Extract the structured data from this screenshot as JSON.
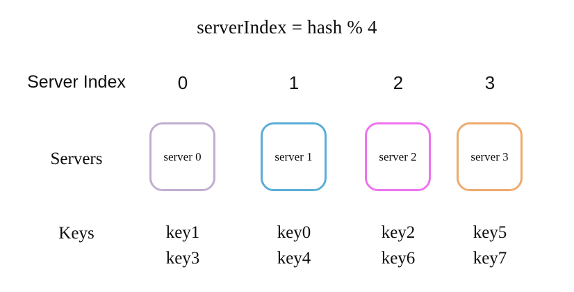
{
  "diagram": {
    "title": "serverIndex = hash % 4",
    "row_labels": {
      "index": "Server Index",
      "servers": "Servers",
      "keys": "Keys"
    },
    "columns": [
      {
        "index": "0",
        "server_label": "server 0",
        "border_color": "#c0aed0",
        "keys": [
          "key1",
          "key3"
        ]
      },
      {
        "index": "1",
        "server_label": "server 1",
        "border_color": "#5aadd6",
        "keys": [
          "key0",
          "key4"
        ]
      },
      {
        "index": "2",
        "server_label": "server 2",
        "border_color": "#ee72ee",
        "keys": [
          "key2",
          "key6"
        ]
      },
      {
        "index": "3",
        "server_label": "server 3",
        "border_color": "#eeaa6e",
        "keys": [
          "key5",
          "key7"
        ]
      }
    ],
    "background_color": "#ffffff",
    "text_color": "#0d0d0d"
  }
}
